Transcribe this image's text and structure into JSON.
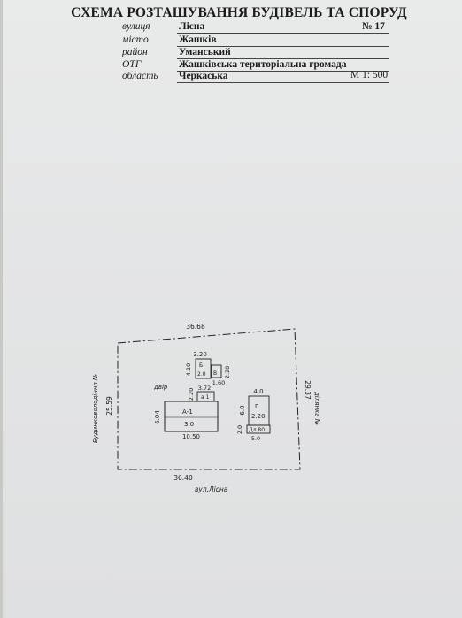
{
  "header": {
    "title": "СХЕМА РОЗТАШУВАННЯ БУДІВЕЛЬ ТА СПОРУД",
    "rows": [
      {
        "label": "вулиця",
        "value": "Лісна"
      },
      {
        "label": "місто",
        "value": "Жашків"
      },
      {
        "label": "район",
        "value": "Уманський"
      },
      {
        "label": "ОТГ",
        "value": "Жашківська територіальна громада"
      },
      {
        "label": "область",
        "value": "Черкаська"
      }
    ],
    "number": "№ 17",
    "scale": "М 1: 500"
  },
  "plan": {
    "top_side": "36.68",
    "bottom_side": "36.40",
    "left_side": "25.59",
    "right_side": "29.37",
    "street": "вул.Лісна",
    "left_neighbor": "Будинковолодіння №",
    "right_neighbor": "ділянка №",
    "yard": "двір",
    "house": {
      "letter": "А-1",
      "height": "3.0",
      "length": "10.50",
      "depth": "6.04"
    },
    "annex_a1": {
      "letter": "а 1",
      "length": "3.72",
      "depth": "2.20"
    },
    "shed_b": {
      "letter": "Б",
      "height": "2.0",
      "width": "3.20",
      "depth": "4.10"
    },
    "shed_v": {
      "letter": "В",
      "width": "1.60",
      "depth": "2.20"
    },
    "garage_g": {
      "letter": "Г",
      "height": "2.20",
      "width": "4.0",
      "depth": "6.0"
    },
    "shed_d": {
      "letter": "Дл.80",
      "width": "5.0",
      "depth": "2.0"
    }
  }
}
